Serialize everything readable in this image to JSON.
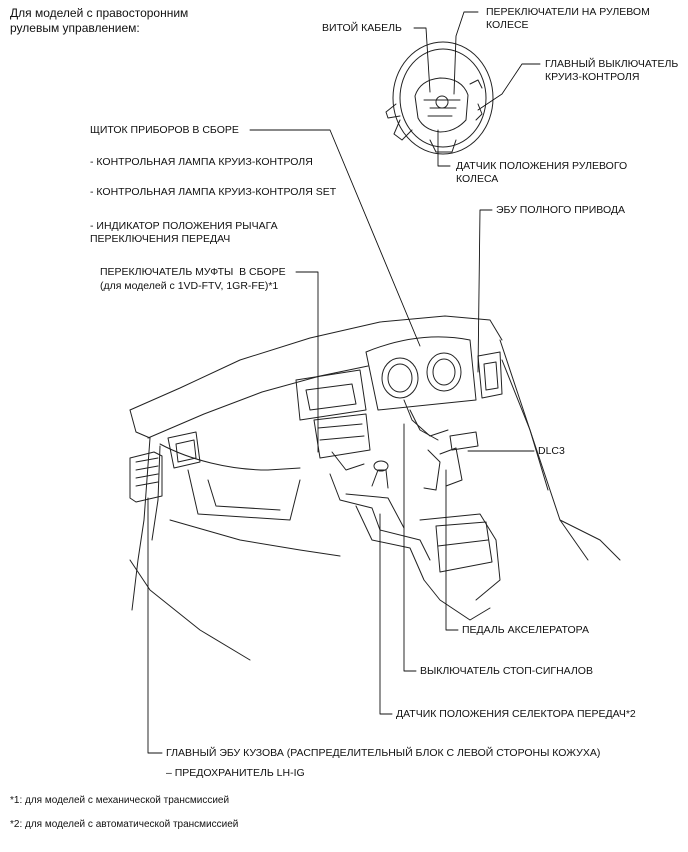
{
  "header": {
    "line1": "Для моделей с правосторонним",
    "line2": "рулевым управлением:"
  },
  "labels": {
    "spiral_cable": "ВИТОЙ КАБЕЛЬ",
    "steering_pad_switch_1": "ПЕРЕКЛЮЧАТЕЛИ НА РУЛЕВОМ",
    "steering_pad_switch_2": "КОЛЕСЕ",
    "cruise_main_switch_1": "ГЛАВНЫЙ ВЫКЛЮЧАТЕЛЬ",
    "cruise_main_switch_2": "КРУИЗ-КОНТРОЛЯ",
    "steering_sensor_1": "ДАТЧИК ПОЛОЖЕНИЯ РУЛЕВОГО",
    "steering_sensor_2": "КОЛЕСА",
    "combination_meter": "ЩИТОК ПРИБОРОВ В СБОРЕ",
    "cruise_indicator": "- КОНТРОЛЬНАЯ ЛАМПА КРУИЗ-КОНТРОЛЯ",
    "cruise_set_indicator": "- КОНТРОЛЬНАЯ ЛАМПА КРУИЗ-КОНТРОЛЯ SET",
    "shift_indicator_1": "- ИНДИКАТОР ПОЛОЖЕНИЯ РЫЧАГА",
    "shift_indicator_2": "ПЕРЕКЛЮЧЕНИЯ ПЕРЕДАЧ",
    "awd_ecu": "ЭБУ ПОЛНОГО ПРИВОДА",
    "clutch_switch_1": "ПЕРЕКЛЮЧАТЕЛЬ МУФТЫ  В СБОРЕ",
    "clutch_switch_2": "(для моделей с 1VD-FTV, 1GR-FE)*1",
    "dlc3": "DLC3",
    "accel_pedal": "ПЕДАЛЬ АКСЕЛЕРАТОРА",
    "stop_switch": "ВЫКЛЮЧАТЕЛЬ СТОП-СИГНАЛОВ",
    "shift_sensor": "ДАТЧИК ПОЛОЖЕНИЯ СЕЛЕКТОРА ПЕРЕДАЧ*2",
    "body_ecu": "ГЛАВНЫЙ ЭБУ КУЗОВА (РАСПРЕДЕЛИТЕЛЬНЫЙ БЛОК С ЛЕВОЙ СТОРОНЫ КОЖУХА)",
    "fuse": "– ПРЕДОХРАНИТЕЛЬ LH-IG"
  },
  "footnotes": {
    "note1": "*1: для моделей с механической трансмиссией",
    "note2": "*2: для моделей с автоматической трансмиссией"
  }
}
